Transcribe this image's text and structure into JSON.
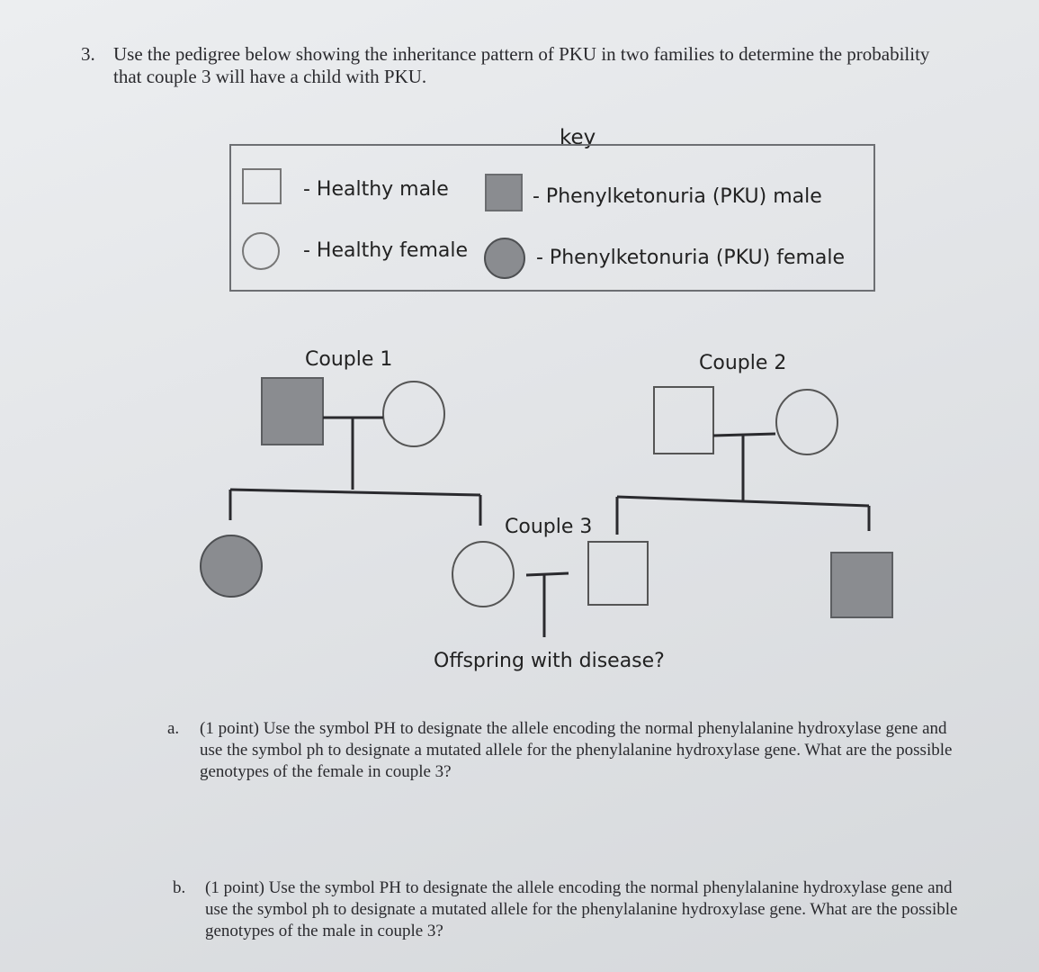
{
  "question": {
    "number": "3.",
    "text": "Use the pedigree below showing the inheritance pattern of PKU in two families to determine the probability that couple 3 will have a child with PKU."
  },
  "key": {
    "title": "key",
    "healthy_male": "- Healthy male",
    "healthy_female": "- Healthy female",
    "pku_male": "- Phenylketonuria (PKU) male",
    "pku_female": "- Phenylketonuria (PKU) female"
  },
  "pedigree": {
    "couple1": "Couple 1",
    "couple2": "Couple 2",
    "couple3": "Couple 3",
    "offspring": "Offspring with disease?"
  },
  "sub_questions": {
    "a_letter": "a.",
    "a_text": "(1 point) Use the symbol PH to designate the allele encoding the normal phenylalanine hydroxylase gene and use the symbol ph to designate a mutated allele for the phenylalanine hydroxylase gene.  What are the possible genotypes of the female in couple 3?",
    "b_letter": "b.",
    "b_text": "(1 point) Use the symbol PH to designate the allele encoding the normal phenylalanine hydroxylase gene and use the symbol ph to designate a mutated allele for the phenylalanine hydroxylase gene.  What are the possible genotypes of the male in couple 3?"
  },
  "colors": {
    "affected_fill": "#8a8c90",
    "line": "#2a2a2e"
  }
}
